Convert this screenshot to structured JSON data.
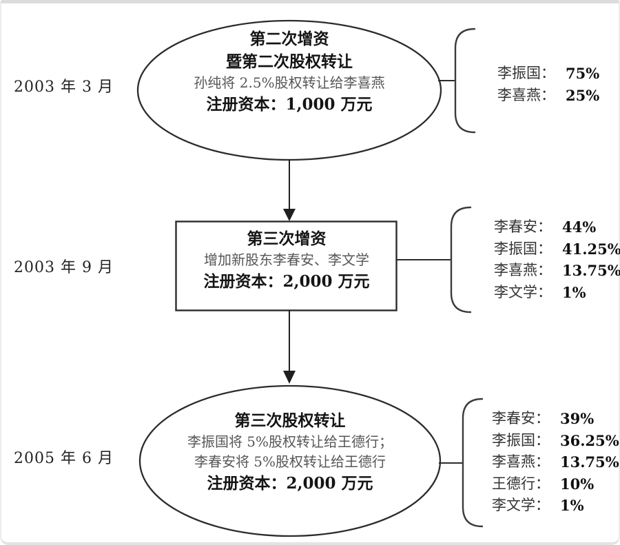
{
  "colors": {
    "line": "#2b2b2b",
    "ink": "#141414",
    "desc_gray": "#565656",
    "frame_gray": "#e4e4e4"
  },
  "stages": [
    {
      "date": "2003 年 3 月",
      "node_shape": "ellipse",
      "title_line1": "第二次增资",
      "title_line2": "暨第二次股权转让",
      "desc_line1": "孙纯将 2.5%股权转让给李喜燕",
      "capital": "注册资本：1,000 万元",
      "shareholders": [
        {
          "label": "李振国：",
          "value": "75%"
        },
        {
          "label": "李喜燕：",
          "value": "25%"
        }
      ]
    },
    {
      "date": "2003 年 9 月",
      "node_shape": "rectangle",
      "title_line1": "第三次增资",
      "desc_line1": "增加新股东李春安、李文学",
      "capital": "注册资本：2,000 万元",
      "shareholders": [
        {
          "label": "李春安：",
          "value": "44%"
        },
        {
          "label": "李振国：",
          "value": "41.25%"
        },
        {
          "label": "李喜燕：",
          "value": "13.75%"
        },
        {
          "label": "李文学：",
          "value": "1%"
        }
      ]
    },
    {
      "date": "2005 年 6 月",
      "node_shape": "ellipse",
      "title_line1": "第三次股权转让",
      "desc_line1": "李振国将 5%股权转让给王德行；",
      "desc_line2": "李春安将 5%股权转让给王德行",
      "capital": "注册资本：2,000 万元",
      "shareholders": [
        {
          "label": "李春安：",
          "value": "39%"
        },
        {
          "label": "李振国：",
          "value": "36.25%"
        },
        {
          "label": "李喜燕：",
          "value": "13.75%"
        },
        {
          "label": "王德行：",
          "value": "10%"
        },
        {
          "label": "李文学：",
          "value": "1%"
        }
      ]
    }
  ]
}
